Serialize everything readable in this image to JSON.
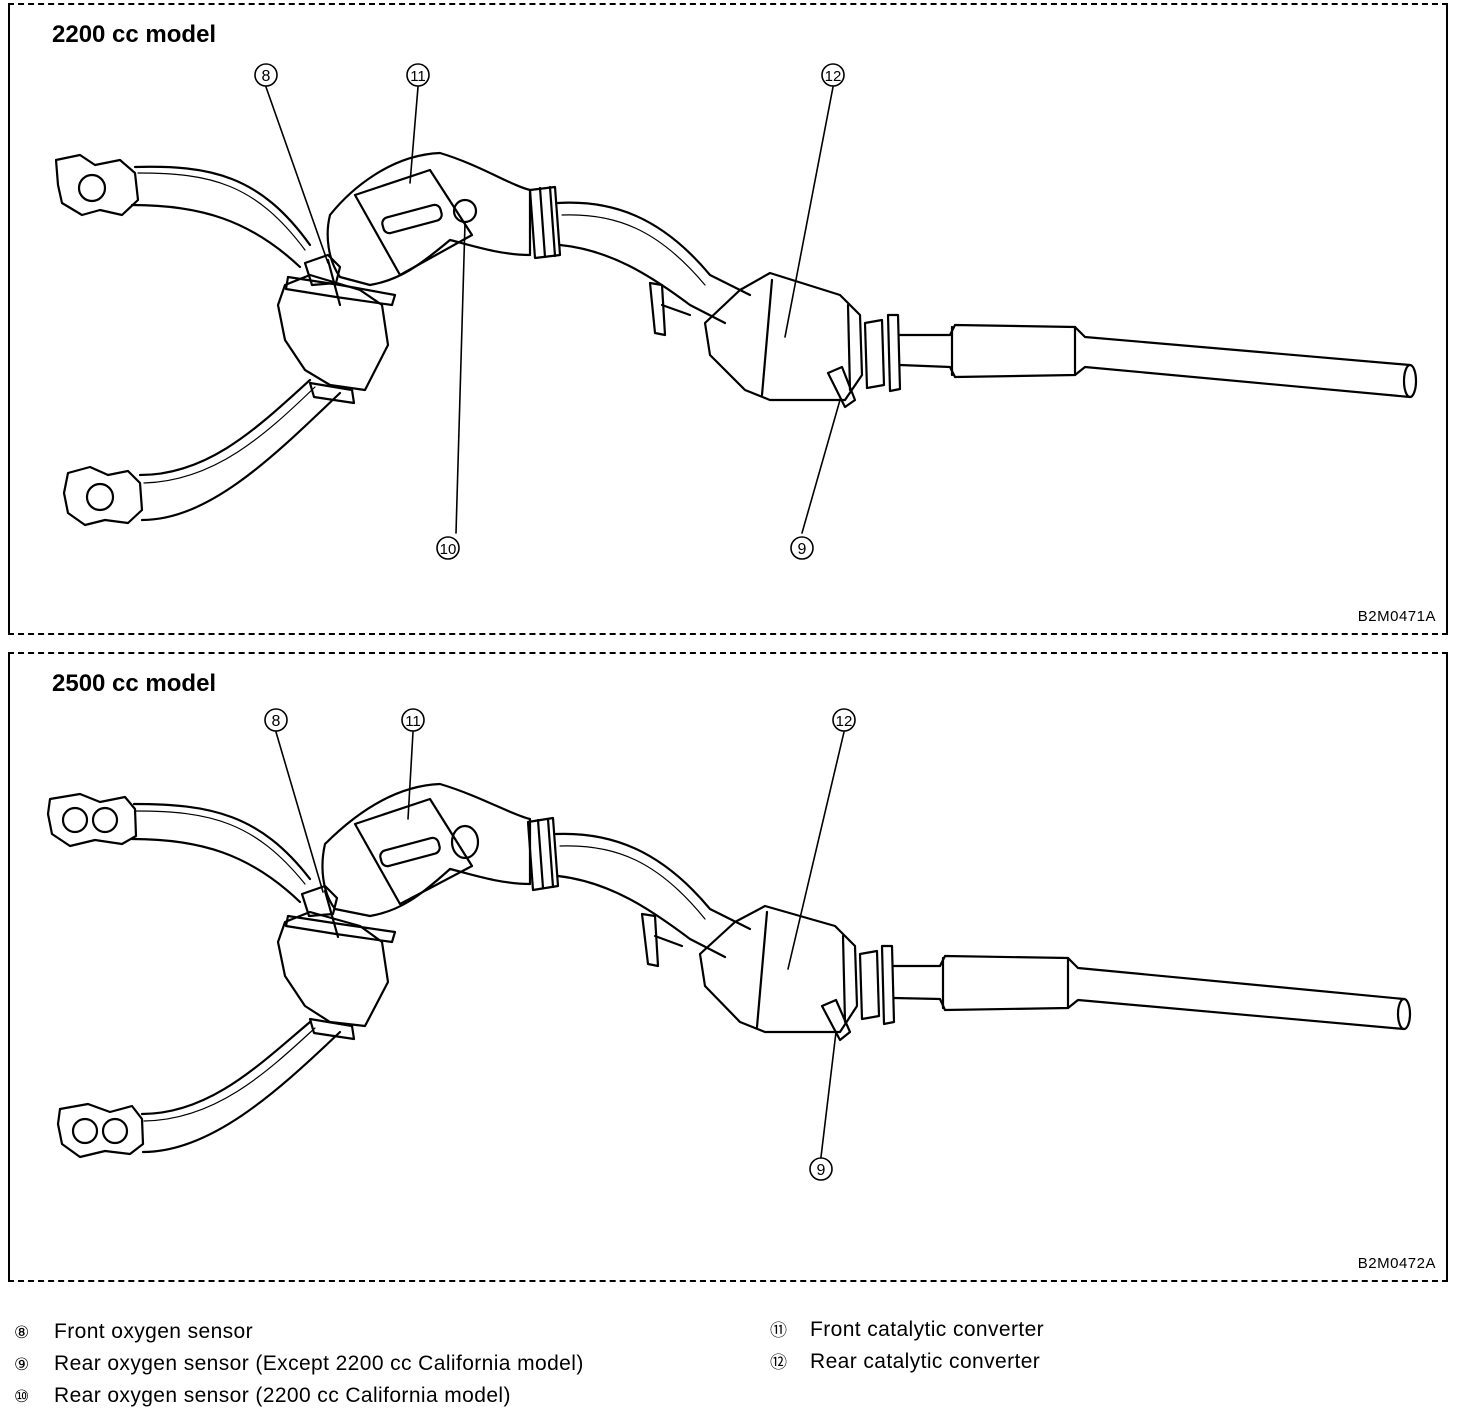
{
  "panels": [
    {
      "title": "2200 cc model",
      "figure_code": "B2M0471A",
      "callouts": [
        "8",
        "11",
        "12",
        "10",
        "9"
      ]
    },
    {
      "title": "2500 cc model",
      "figure_code": "B2M0472A",
      "callouts": [
        "8",
        "11",
        "12",
        "9"
      ]
    }
  ],
  "legend": [
    {
      "number": "⑧",
      "text": "Front oxygen sensor"
    },
    {
      "number": "⑨",
      "text": "Rear oxygen sensor (Except 2200 cc California model)"
    },
    {
      "number": "⑩",
      "text": "Rear oxygen sensor (2200 cc California model)"
    },
    {
      "number": "⑪",
      "text": "Front catalytic converter"
    },
    {
      "number": "⑫",
      "text": "Rear catalytic converter"
    }
  ]
}
